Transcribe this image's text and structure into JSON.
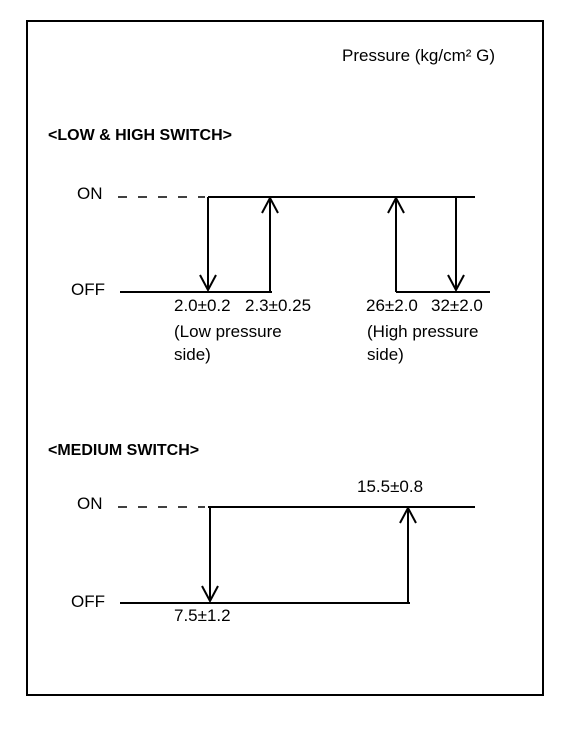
{
  "unit_label": "Pressure (kg/cm² G)",
  "low_high": {
    "heading": "<LOW & HIGH SWITCH>",
    "on_label": "ON",
    "off_label": "OFF",
    "values": {
      "low_off": "2.0±0.2",
      "low_on": "2.3±0.25",
      "high_on": "26±2.0",
      "high_off": "32±2.0"
    },
    "low_side_line1": "(Low pressure",
    "low_side_line2": "side)",
    "high_side_line1": "(High pressure",
    "high_side_line2": "side)"
  },
  "medium": {
    "heading": "<MEDIUM SWITCH>",
    "on_label": "ON",
    "off_label": "OFF",
    "values": {
      "off_point": "7.5±1.2",
      "on_point": "15.5±0.8"
    }
  }
}
